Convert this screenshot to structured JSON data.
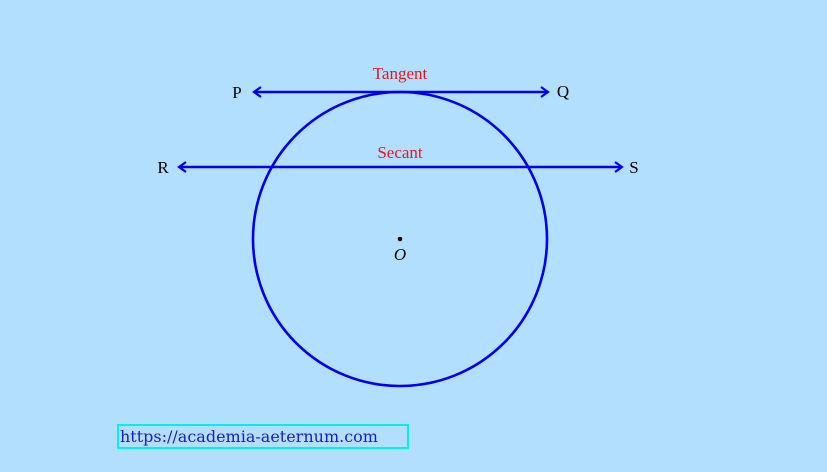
{
  "diagram": {
    "tangent_label": "Tangent",
    "secant_label": "Secant",
    "points": {
      "P": "P",
      "Q": "Q",
      "R": "R",
      "S": "S",
      "O": "O"
    },
    "colors": {
      "lines": "#0000ee",
      "labels": "#e8141c",
      "background": "#b3dfff",
      "link_border": "#00f0f0"
    }
  },
  "footer": {
    "url": "https://academia-aeternum.com"
  }
}
